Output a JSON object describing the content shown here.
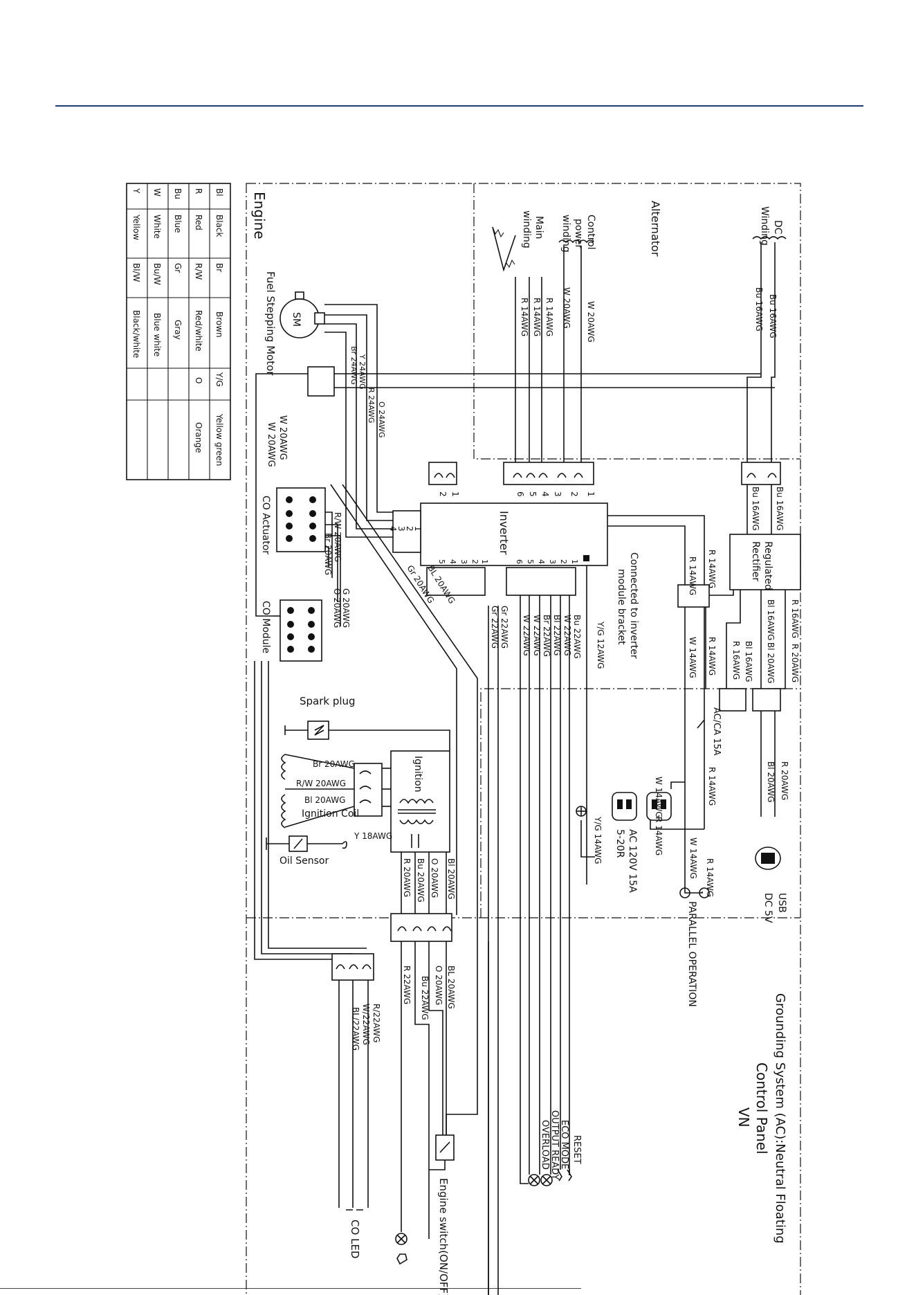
{
  "legend": {
    "rows": [
      [
        "Bl",
        "Black",
        "Br",
        "Brown",
        "Y/G",
        "Yellow green"
      ],
      [
        "R",
        "Red",
        "R/W",
        "Red/white",
        "O",
        "Orange"
      ],
      [
        "Bu",
        "Blue",
        "Gr",
        "Gray",
        "",
        ""
      ],
      [
        "W",
        "White",
        "Bu/W",
        "Blue white",
        "",
        ""
      ],
      [
        "Y",
        "Yellow",
        "Bl/W",
        "Black/white",
        "",
        ""
      ]
    ]
  },
  "regions": {
    "engine": "Engine",
    "alternator": "Alternator",
    "control_panel": "Control Panel",
    "grounding": "Grounding System (AC):Neutral Floating",
    "vn": "VN"
  },
  "alternator": {
    "dc_winding": [
      "DC",
      "Winding"
    ],
    "control_winding": [
      "Control",
      "power",
      "winding"
    ],
    "main_winding": [
      "Main",
      "winding"
    ],
    "wires": [
      "Bu 16AWG",
      "Bu 16AWG",
      "W 20AWG",
      "W 20AWG",
      "R 14AWG",
      "R 14AWG",
      "R 14AWG"
    ]
  },
  "components": {
    "inverter": "Inverter",
    "regulated_rectifier": [
      "Regulated",
      "Rectifier"
    ],
    "fuel_motor": "SM",
    "fuel_motor_label": "Fuel Stepping Motor",
    "co_actuator": "CO Actuator",
    "co_module": "CO Module",
    "spark_plug": "Spark plug",
    "ignition": "Ignition",
    "ignition_coil": "Ignition Coil",
    "oil_sensor": "Oil Sensor",
    "bracket_note": [
      "Connected to inverter",
      "module bracket"
    ],
    "ac_outlet": [
      "AC 120V 15A",
      "5-20R"
    ],
    "breaker": "AC/CA 15A",
    "usb": [
      "USB",
      "DC 5V"
    ],
    "parallel": "PARALLEL OPERATION",
    "engine_switch": "Engine switch(ON/OFF)",
    "co_led": "CO LED"
  },
  "indicators": [
    "RESET",
    "ECO MODE",
    "OUTPUT READY",
    "OVERLOAD"
  ],
  "wire_labels": {
    "motor": [
      "Br 24AWG",
      "Y 24AWG",
      "R 24AWG",
      "O 24AWG"
    ],
    "w20": [
      "W 20AWG",
      "W 20AWG"
    ],
    "actuator": [
      "R/W 20AWG",
      "Br 20AWG",
      "G 20AWG",
      "O 20AWG"
    ],
    "diag": [
      "Gr 20AWG",
      "BL 20AWG"
    ],
    "yg12": "Y/G 12AWG",
    "bundle": [
      "Bu 22AWG",
      "W 22AWG",
      "Bl 22AWG",
      "Br 22AWG",
      "W 22AWG",
      "W 22AWG",
      "Gr 22AWG",
      "Gr 22AWG"
    ],
    "inv_r": [
      "R 14AWG",
      "R 14AWG",
      "W 14AWG",
      "R 14AWG"
    ],
    "rect": [
      "Bu 16AWG",
      "Bu 16AWG",
      "R 16AWG",
      "Bl 16AWG",
      "Bl 16AWG",
      "R 16AWG",
      "R 20AWG",
      "Bl 20AWG",
      "R 20AWG",
      "Bl 20AWG"
    ],
    "outlet": [
      "W 14AWG",
      "R 14AWG",
      "R 14AWG",
      "Y/G 14AWG",
      "W 14AWG",
      "R 14AWG"
    ],
    "ignition": [
      "Br 20AWG",
      "R/W 20AWG",
      "Bl 20AWG",
      "Y 18AWG"
    ],
    "switch": [
      "Bl 20AWG",
      "O 20AWG",
      "Bu 20AWG",
      "R 20AWG"
    ],
    "switch_out": [
      "BL 20AWG",
      "O 20AWG",
      "Bu 22AWG",
      "R 22AWG"
    ],
    "led": [
      "R/22AWG",
      "W/22AWG",
      "BL/22AWG"
    ]
  },
  "pins": {
    "inv_top": [
      "1",
      "2",
      "3",
      "4",
      "5",
      "6"
    ],
    "inv_small": [
      "1",
      "2"
    ],
    "inv_left": [
      "1",
      "2",
      "3",
      "4"
    ],
    "inv_bottom_left": [
      "1",
      "2",
      "3",
      "4",
      "5"
    ],
    "inv_bottom_right": [
      "1",
      "2",
      "3",
      "4",
      "5",
      "6"
    ]
  }
}
